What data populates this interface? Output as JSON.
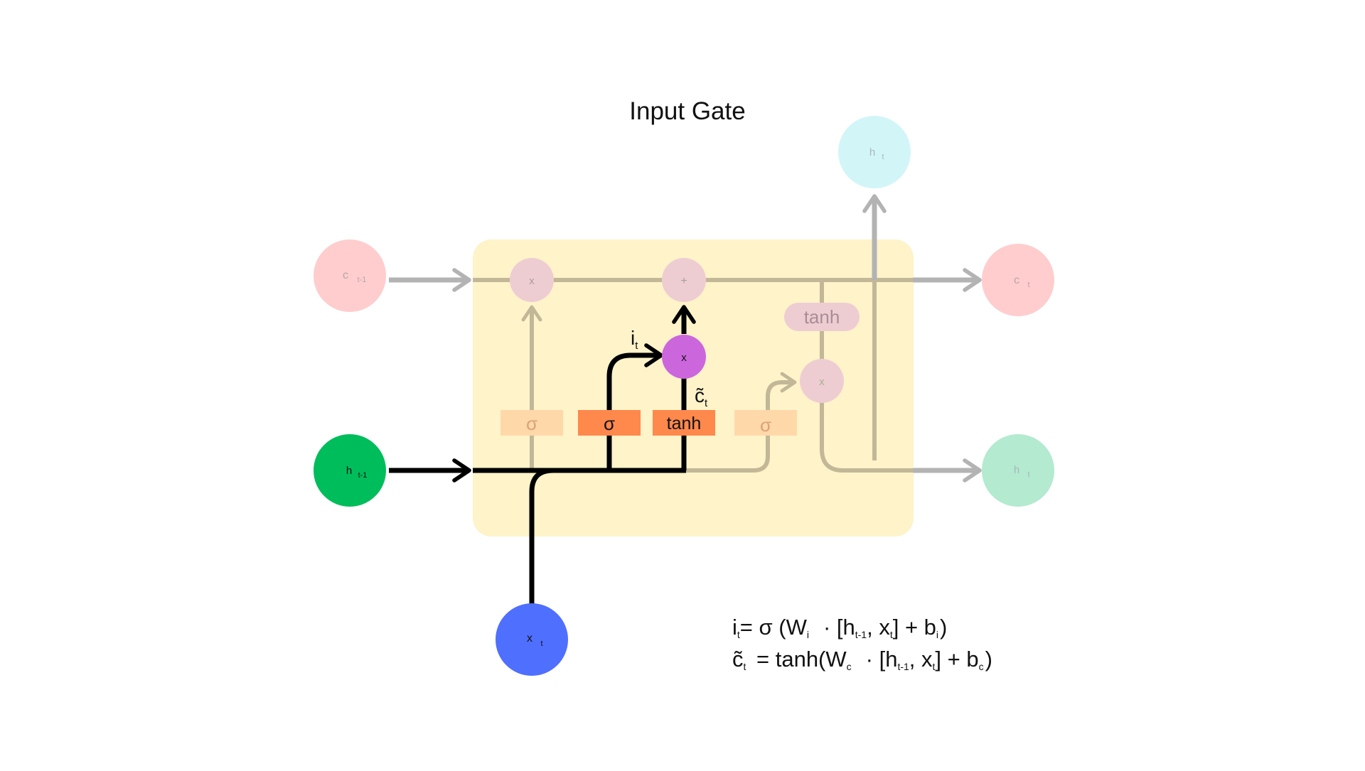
{
  "title": "Input Gate",
  "inputs": {
    "c_prev": {
      "main": "c",
      "sub": "t-1"
    },
    "h_prev": {
      "main": "h",
      "sub": "t-1"
    },
    "x_t": {
      "main": "x",
      "sub": "t"
    }
  },
  "outputs": {
    "h_top": {
      "main": "h",
      "sub": "t"
    },
    "c_out": {
      "main": "c",
      "sub": "t"
    },
    "h_out": {
      "main": "h",
      "sub": "t"
    }
  },
  "ops": {
    "forget_mult": "x",
    "cell_add": "+",
    "input_mult": "x",
    "output_mult": "x",
    "tanh_cell": "tanh"
  },
  "gates": {
    "forget_sigma": "σ",
    "input_sigma": "σ",
    "candidate_tanh": "tanh",
    "output_sigma": "σ"
  },
  "labels": {
    "i_t": {
      "main": "i",
      "sub": "t"
    },
    "c_tilde_t": {
      "main": "c̃",
      "sub": "t"
    }
  },
  "equations": {
    "eq1": {
      "a": "i",
      "a_sub": "t",
      "b": "= σ (W",
      "b_sub": "i",
      "c": "·   [h",
      "c_sub": "t-1",
      "d": ", x",
      "d_sub": "t",
      "e": "] + b",
      "e_sub": "i",
      "f": ")"
    },
    "eq2": {
      "a": "c̃",
      "a_sub": "t",
      "b": " = tanh(W",
      "b_sub": "c",
      "c": "·   [h",
      "c_sub": "t-1",
      "d": ", x",
      "d_sub": "t",
      "e": "] + b",
      "e_sub": "c",
      "f": ")"
    }
  },
  "colors": {
    "cell_bg": "#FEF3C9",
    "c_node": "#FFCDCE",
    "h_prev": "#00BD5B",
    "x_node": "#4F6FFF",
    "h_top": "#D2F5F8",
    "h_out": "#B3EAD0",
    "op_faded": "#EECDD2",
    "op_active": "#CC66DD",
    "gate_active": "#FF884D",
    "gate_faded": "#FFD8AA",
    "line_faded": "#B3B3B3",
    "line_faded_warm": "#C2B898",
    "line_active": "#000000"
  }
}
